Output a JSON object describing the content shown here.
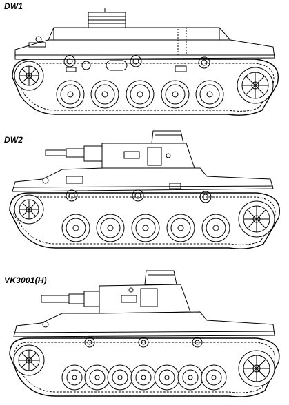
{
  "labels": {
    "dw1": "DW1",
    "dw2": "DW2",
    "vk3001": "VK3001(H)"
  },
  "colors": {
    "line": "#000000",
    "paper": "#ffffff",
    "shade": "#d9d9d9"
  }
}
